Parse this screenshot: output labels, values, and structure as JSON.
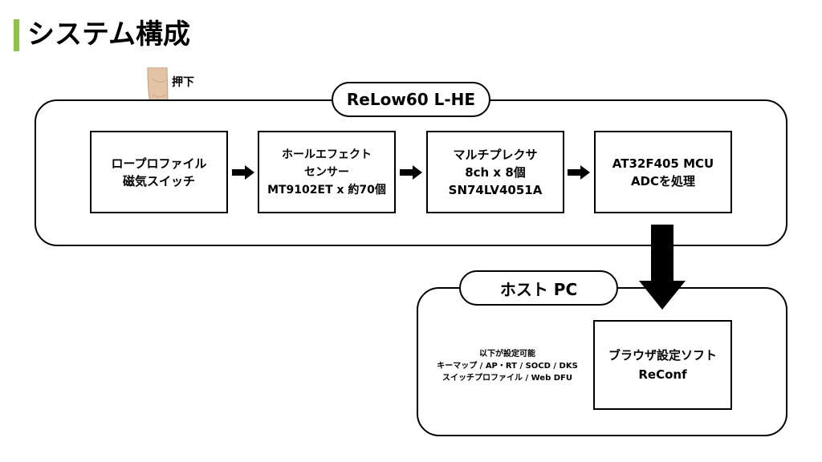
{
  "page": {
    "title": "システム構成",
    "accent_color": "#8cc63f"
  },
  "press": {
    "label": "押下",
    "icon": "pointing-finger-icon"
  },
  "device_group": {
    "label": "ReLow60 L-HE",
    "components": [
      {
        "lines": [
          "ロープロファイル",
          "磁気スイッチ"
        ]
      },
      {
        "lines": [
          "ホールエフェクト",
          "センサー",
          "MT9102ET x 約70個"
        ]
      },
      {
        "lines": [
          "マルチプレクサ",
          "8ch x 8個",
          "SN74LV4051A"
        ]
      },
      {
        "lines": [
          "AT32F405 MCU",
          "ADCを処理"
        ]
      }
    ]
  },
  "host_group": {
    "label": "ホスト PC",
    "software": {
      "lines": [
        "ブラウザ設定ソフト",
        "ReConf"
      ]
    },
    "note_lines": [
      "以下が設定可能",
      "キーマップ / AP・RT / SOCD / DKS",
      "スイッチプロファイル / Web DFU"
    ]
  }
}
